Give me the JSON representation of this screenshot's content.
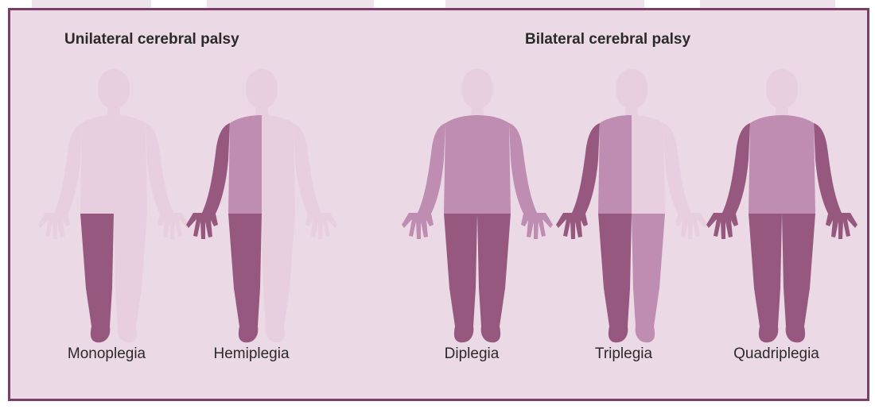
{
  "groups": [
    {
      "title": "Unilateral cerebral palsy"
    },
    {
      "title": "Bilateral cerebral palsy"
    }
  ],
  "figures": [
    {
      "label": "Monoplegia",
      "affected": {
        "head": "none",
        "torso": "none",
        "arm_left": "none",
        "arm_right": "none",
        "leg_left": "dark",
        "leg_right": "none"
      }
    },
    {
      "label": "Hemiplegia",
      "affected": {
        "head": "none",
        "torso": "half-left",
        "arm_left": "dark",
        "arm_right": "none",
        "leg_left": "dark",
        "leg_right": "none"
      }
    },
    {
      "label": "Diplegia",
      "affected": {
        "head": "none",
        "torso": "medium",
        "arm_left": "medium",
        "arm_right": "medium",
        "leg_left": "dark",
        "leg_right": "dark"
      }
    },
    {
      "label": "Triplegia",
      "affected": {
        "head": "none",
        "torso": "half-left",
        "arm_left": "dark",
        "arm_right": "none",
        "leg_left": "dark",
        "leg_right": "medium"
      }
    },
    {
      "label": "Quadriplegia",
      "affected": {
        "head": "none",
        "torso": "medium",
        "arm_left": "dark",
        "arm_right": "dark",
        "leg_left": "dark",
        "leg_right": "dark"
      }
    }
  ],
  "colors": {
    "panel_bg": "#ecd9e6",
    "border": "#7a3f68",
    "none": "#e7cfe0",
    "medium": "#bf8db2",
    "dark": "#97587f",
    "text": "#2a2a2a"
  }
}
